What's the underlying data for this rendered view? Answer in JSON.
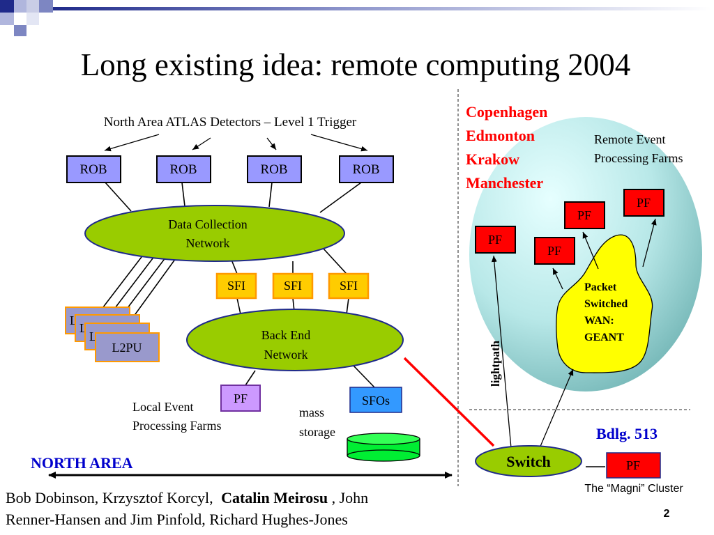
{
  "slide": {
    "title": "Long existing idea: remote computing 2004",
    "page_number": "2",
    "authors_line1_pre": "Bob Dobinson, Krzysztof Korcyl,",
    "authors_line1_bold": "Catalin Meirosu",
    "authors_line1_post": ", John",
    "authors_line2": "Renner-Hansen and Jim Pinfold, Richard Hughes-Jones"
  },
  "north_area": {
    "detectors_label": "North Area ATLAS Detectors – Level 1 Trigger",
    "rob_labels": [
      "ROB",
      "ROB",
      "ROB",
      "ROB"
    ],
    "data_collection_line1": "Data Collection",
    "data_collection_line2": "Network",
    "sfi_labels": [
      "SFI",
      "SFI",
      "SFI"
    ],
    "back_end_line1": "Back End",
    "back_end_line2": "Network",
    "l2pu_labels": [
      "L",
      "L",
      "L",
      "L2PU"
    ],
    "local_pf_label": "PF",
    "sfos_label": "SFOs",
    "local_farms_line1": "Local Event",
    "local_farms_line2": "Processing Farms",
    "mass_storage_line1": "mass",
    "mass_storage_line2": "storage",
    "north_area_label": "NORTH AREA"
  },
  "remote": {
    "cities": [
      "Copenhagen",
      "Edmonton",
      "Krakow",
      "Manchester"
    ],
    "farms_line1": "Remote Event",
    "farms_line2": "Processing Farms",
    "pf_labels": [
      "PF",
      "PF",
      "PF",
      "PF"
    ],
    "wan_lines": [
      "Packet",
      "Switched",
      "WAN:",
      "GEANT"
    ],
    "lightpath_label": "lightpath",
    "building_label": "Bdlg. 513",
    "switch_label": "Switch",
    "magni_pf_label": "PF",
    "magni_label": "The “Magni” Cluster"
  },
  "colors": {
    "title": "#000000",
    "rob_fill": "#9999ff",
    "network_fill": "#99cc00",
    "sfi_fill": "#ffcc00",
    "sfi_border": "#ff9900",
    "l2pu_border": "#ff9900",
    "pf_local_fill": "#cc99ff",
    "sfos_fill": "#3399ff",
    "storage_fill": "#00ee33",
    "remote_pf_fill": "#ff0000",
    "wan_fill": "#ffff00",
    "cities_text": "#ff0000",
    "blue_text": "#0000cc",
    "link_red": "#ff0000",
    "remote_bubble_light": "#ccffff",
    "remote_bubble_dark": "#66aaaa"
  }
}
